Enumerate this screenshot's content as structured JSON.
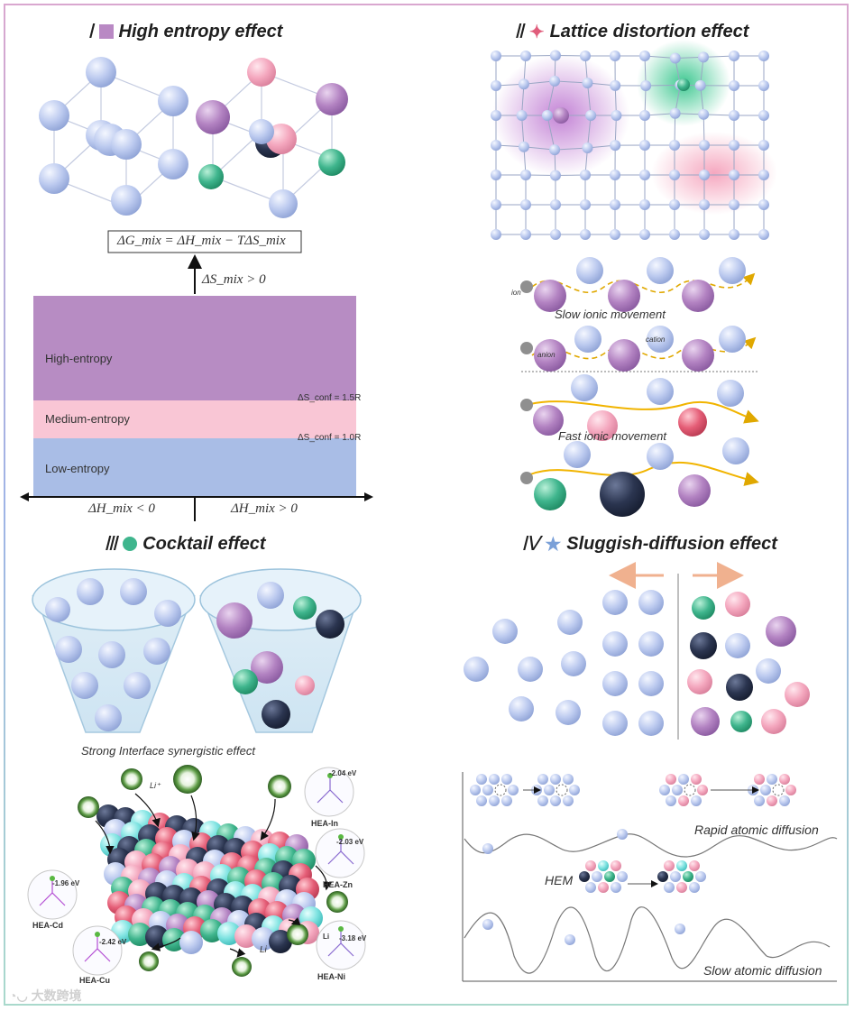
{
  "panels": {
    "p1": {
      "numeral": "Ⅰ",
      "title": "High entropy  effect"
    },
    "p2": {
      "numeral": "Ⅱ",
      "title": "Lattice distortion effect"
    },
    "p3": {
      "numeral": "Ⅲ",
      "title": "Cocktail effect"
    },
    "p4": {
      "numeral": "Ⅳ",
      "title": "Sluggish-diffusion effect"
    }
  },
  "entropy": {
    "equation": "ΔG_mix = ΔH_mix − TΔS_mix",
    "arrow_label": "ΔS_mix > 0",
    "bands": [
      "High-entropy",
      "Medium-entropy",
      "Low-entropy"
    ],
    "thresholds": [
      "ΔS_conf = 1.5R",
      "ΔS_conf = 1.0R"
    ],
    "axis_left": "ΔH_mix < 0",
    "axis_right": "ΔH_mix > 0"
  },
  "ionic": {
    "ion": "ion",
    "cation": "cation",
    "anion": "anion",
    "slow": "Slow ionic movement",
    "fast": "Fast ionic movement"
  },
  "cocktail": {
    "caption": "Strong Interface synergistic effect",
    "li_plus": "Li⁺",
    "li": "Li",
    "li2": "Li",
    "insets": [
      {
        "energy": "-2.04 eV",
        "name": "HEA-In"
      },
      {
        "energy": "-2.03 eV",
        "name": "HEA-Zn"
      },
      {
        "energy": "-1.96 eV",
        "name": "HEA-Cd"
      },
      {
        "energy": "-2.42 eV",
        "name": "HEA-Cu"
      },
      {
        "energy": "-3.18 eV",
        "name": "HEA-Ni"
      }
    ]
  },
  "diffusion": {
    "rapid": "Rapid atomic diffusion",
    "hem": "HEM",
    "slow": "Slow atomic diffusion"
  },
  "watermark": "大数跨境",
  "colors": {
    "purple": "#b989c4",
    "pink": "#f3a8bf",
    "blue": "#b9c8ee",
    "green": "#3fb58d",
    "navy": "#27324d",
    "cyan": "#7ee4e2",
    "red": "#e45b74"
  }
}
